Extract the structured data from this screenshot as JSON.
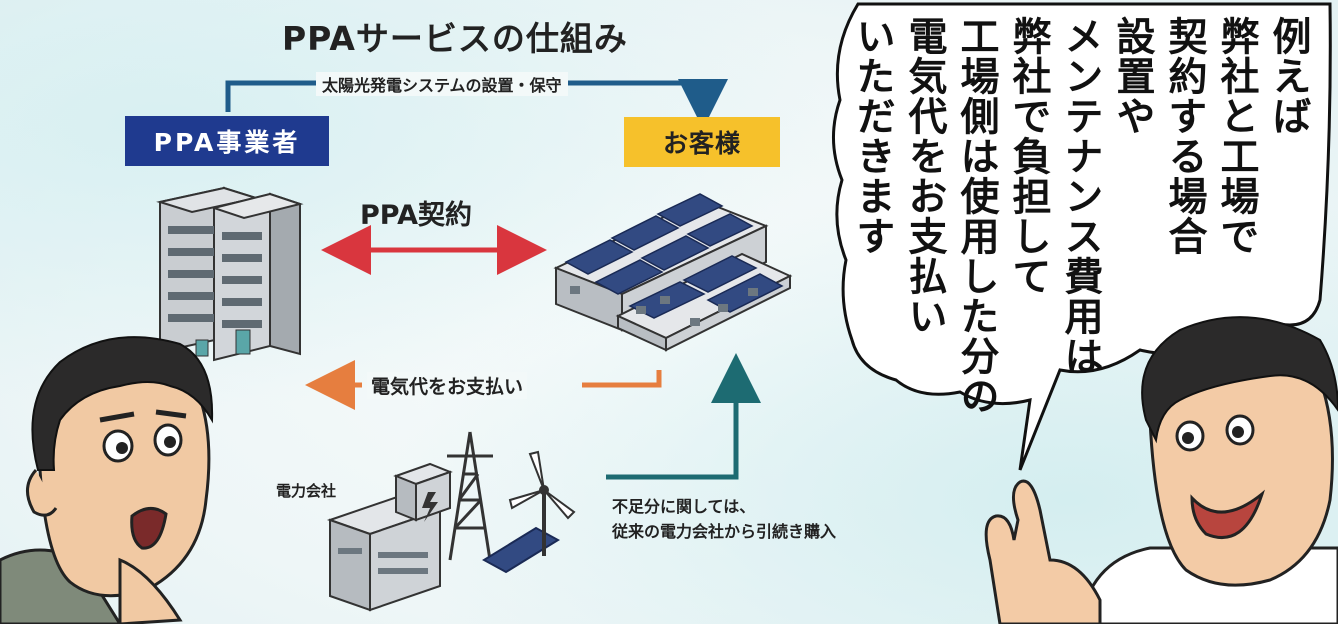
{
  "diagram": {
    "title": "PPAサービスの仕組み",
    "ppa_provider": "PPA事業者",
    "customer": "お客様",
    "install_label": "太陽光発電システムの設置・保守",
    "contract_label": "PPA契約",
    "payment_label": "電気代をお支払い",
    "power_company": "電力会社",
    "shortfall_note": [
      "不足分に関しては、",
      "従来の電力会社から引続き購入"
    ]
  },
  "speech_bubble": {
    "lines": [
      "例えば",
      "弊社と工場で",
      "契約する場合",
      "設置や",
      "メンテナンス費用は",
      "弊社で負担して",
      "工場側は使用した分の",
      "電気代をお支払い",
      "いただきます"
    ]
  },
  "colors": {
    "provider_box": "#1f3a8f",
    "customer_box": "#f6c12b",
    "install_arrow": "#1f5c8a",
    "contract_arrow": "#d9363e",
    "payment_arrow": "#e67e3f",
    "supply_arrow": "#1d6b72"
  }
}
